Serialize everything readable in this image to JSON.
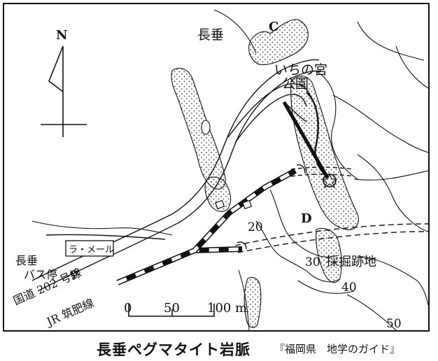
{
  "map": {
    "place_name": "長垂",
    "point_c": "C",
    "point_d": "D",
    "park_label_line1": "いちの宮",
    "park_label_line2": "公園",
    "north": "N",
    "shop_label": "ラ・メール",
    "bus_stop_line1": "長垂",
    "bus_stop_line2": "バス停",
    "bus_stop_symbol": "♀",
    "route_label": "国道 202 号線",
    "rail_label": "JR 筑肥線",
    "excavation_label": "採掘跡地",
    "contours": [
      "20",
      "30",
      "40",
      "50"
    ],
    "scale": {
      "ticks": [
        "0",
        "50",
        "100 m"
      ]
    }
  },
  "caption": {
    "title": "長垂ペグマタイト岩脈",
    "source": "『福岡県　地学のガイド』"
  },
  "colors": {
    "ink": "#111111",
    "paper": "#ffffff",
    "dots": "#444444"
  }
}
